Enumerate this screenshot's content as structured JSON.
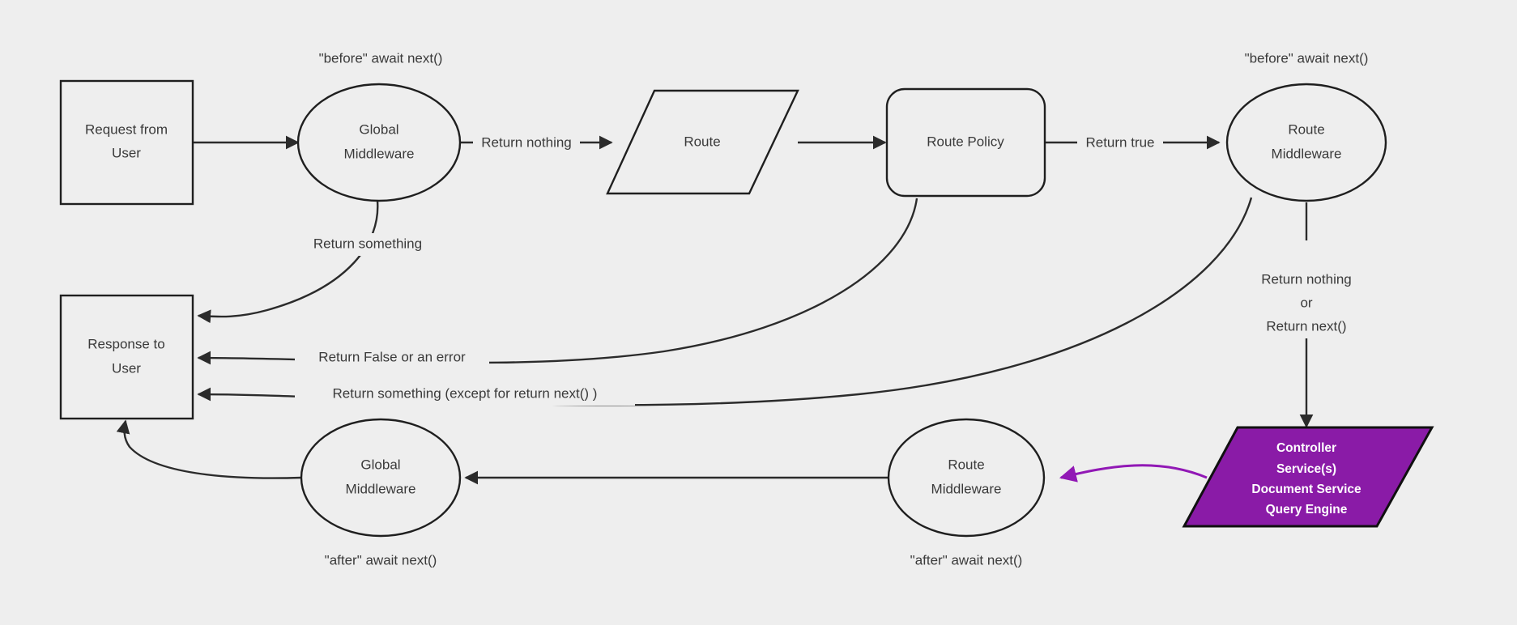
{
  "diagram": {
    "title": "Request middleware lifecycle flow",
    "background_color": "#eeeeee",
    "stroke_color": "#2b2b2b",
    "accent_color": "#8a1ba7",
    "accent_text_color": "#ffffff"
  },
  "nodes": {
    "request_from_user": {
      "line1": "Request from",
      "line2": "User",
      "shape": "rectangle"
    },
    "global_middleware_top": {
      "line1": "Global",
      "line2": "Middleware",
      "shape": "ellipse"
    },
    "route": {
      "line1": "Route",
      "shape": "parallelogram"
    },
    "route_policy": {
      "line1": "Route Policy",
      "shape": "rounded-rectangle"
    },
    "route_middleware_top": {
      "line1": "Route",
      "line2": "Middleware",
      "shape": "ellipse"
    },
    "controller": {
      "line1": "Controller",
      "line2": "Service(s)",
      "line3": "Document Service",
      "line4": "Query Engine",
      "shape": "parallelogram",
      "fill": "#8a1ba7"
    },
    "response_to_user": {
      "line1": "Response to",
      "line2": "User",
      "shape": "rectangle"
    },
    "global_middleware_bottom": {
      "line1": "Global",
      "line2": "Middleware",
      "shape": "ellipse"
    },
    "route_middleware_bottom": {
      "line1": "Route",
      "line2": "Middleware",
      "shape": "ellipse"
    }
  },
  "annotations": {
    "before_global": "\"before\" await next()",
    "before_route_mw": "\"before\" await next()",
    "after_global": "\"after\" await next()",
    "after_route_mw": "\"after\" await next()"
  },
  "edge_labels": {
    "return_nothing": "Return nothing",
    "return_true": "Return true",
    "return_something": "Return something",
    "return_false_or_error": "Return False or an error",
    "return_something_except": "Return something (except for return next() )",
    "return_nothing_or_1": "Return nothing",
    "return_nothing_or_2": "or",
    "return_nothing_or_3": "Return next()"
  }
}
